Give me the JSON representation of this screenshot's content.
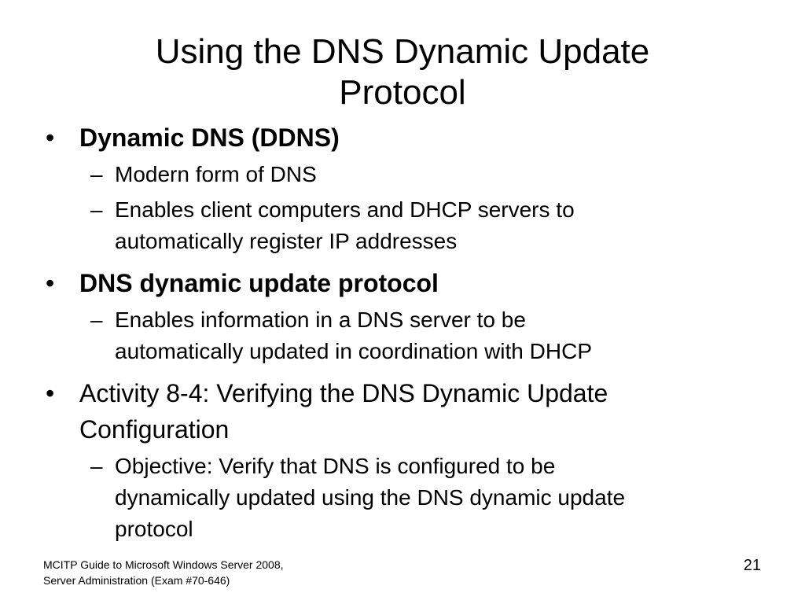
{
  "slide": {
    "title_line1": "Using the DNS Dynamic Update",
    "title_line2": "Protocol",
    "bullet_symbol": "•",
    "dash_symbol": "–",
    "bullets": [
      {
        "text": "Dynamic DNS (DDNS)",
        "subs": [
          {
            "line1": "Modern form of DNS"
          },
          {
            "line1": "Enables client computers and DHCP servers to",
            "line2": "automatically register IP addresses"
          }
        ]
      },
      {
        "text": "DNS dynamic update protocol",
        "subs": [
          {
            "line1": "Enables information in a DNS server to be",
            "line2": "automatically updated in coordination with DHCP"
          }
        ]
      },
      {
        "line1": "Activity 8-4: Verifying the DNS Dynamic Update",
        "line2": "Configuration",
        "subs": [
          {
            "line1": "Objective: Verify that DNS is configured to be",
            "line2": "dynamically updated using the DNS dynamic update",
            "line3": "protocol"
          }
        ]
      }
    ]
  },
  "footer": {
    "left_line1": "MCITP Guide to Microsoft Windows Server 2008,",
    "left_line2": "Server Administration (Exam #70-646)",
    "page_number": "21"
  }
}
